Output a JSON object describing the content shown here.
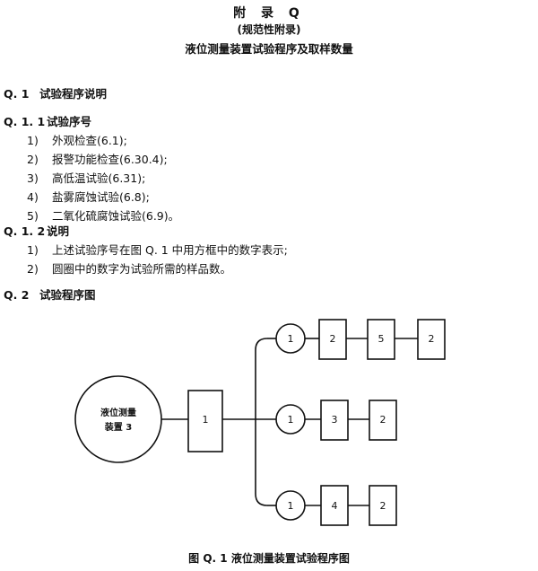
{
  "header": {
    "appendix": "附 录 Q",
    "type": "(规范性附录)",
    "title": "液位测量装置试验程序及取样数量"
  },
  "section_q1": {
    "number": "Q. 1",
    "title": "试验程序说明"
  },
  "section_q11": {
    "number": "Q. 1. 1",
    "title": "试验序号",
    "items": [
      {
        "n": "1)",
        "text": "外观检查(6.1);"
      },
      {
        "n": "2)",
        "text": "报警功能检查(6.30.4);"
      },
      {
        "n": "3)",
        "text": "高低温试验(6.31);"
      },
      {
        "n": "4)",
        "text": "盐雾腐蚀试验(6.8);"
      },
      {
        "n": "5)",
        "text": "二氧化硫腐蚀试验(6.9)。"
      }
    ]
  },
  "section_q12": {
    "number": "Q. 1. 2",
    "title": "说明",
    "items": [
      {
        "n": "1)",
        "text": "上述试验序号在图 Q. 1 中用方框中的数字表示;"
      },
      {
        "n": "2)",
        "text": "圆圈中的数字为试验所需的样品数。"
      }
    ]
  },
  "section_q2": {
    "number": "Q. 2",
    "title": "试验程序图"
  },
  "diagram": {
    "device_label_line1": "液位测量",
    "device_label_line2": "装置 3",
    "first_box": "1",
    "branches": [
      {
        "samples": "1",
        "tests": [
          "2",
          "5",
          "2"
        ]
      },
      {
        "samples": "1",
        "tests": [
          "3",
          "2"
        ]
      },
      {
        "samples": "1",
        "tests": [
          "4",
          "2"
        ]
      }
    ]
  },
  "caption": "图 Q. 1   液位测量装置试验程序图"
}
